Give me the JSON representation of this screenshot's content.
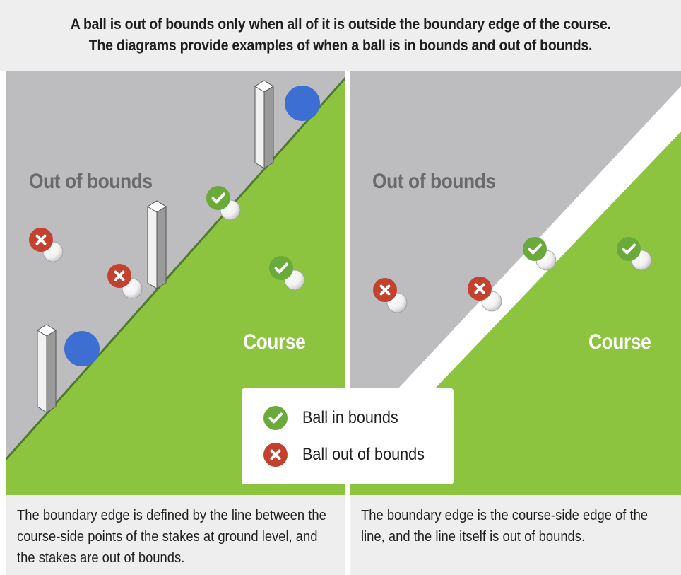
{
  "header": {
    "line1": "A ball is out of bounds only when all of it is outside the boundary edge of the course.",
    "line2": "The diagrams provide examples of when a ball is in bounds and out of bounds."
  },
  "left_panel": {
    "out_label": "Out of bounds",
    "course_label": "Course",
    "caption": "The boundary edge is defined by the line between the course-side points of the stakes at ground level, and the stakes are out of bounds."
  },
  "right_panel": {
    "out_label": "Out of bounds",
    "course_label": "Course",
    "caption": "The boundary edge is the course-side edge of the line, and the line itself is out of bounds."
  },
  "legend": {
    "in_label": "Ball in bounds",
    "out_label": "Ball out of bounds"
  },
  "colors": {
    "out_of_bounds": "#bdbdbf",
    "course": "#8cc43f",
    "boundary_line": "#4f7a2f",
    "blue_marker": "#3d6fd3",
    "in_bounds_badge": "#6aaa3a",
    "out_of_bounds_badge": "#c4402f",
    "header_bg": "#eeeeef"
  },
  "icons": {
    "in_bounds": "check-badge-icon",
    "out_of_bounds": "x-badge-icon"
  }
}
